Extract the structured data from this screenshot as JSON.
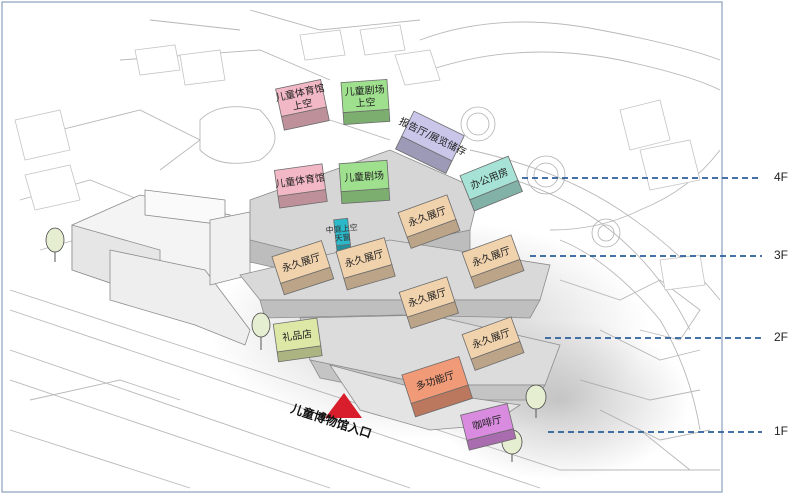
{
  "diagram": {
    "entrance_label": "儿童博物馆入口",
    "floors": [
      "4F",
      "3F",
      "2F",
      "1F"
    ],
    "rooms": [
      {
        "key": "kids_gym_void",
        "lines": [
          "儿童体育馆",
          "上空"
        ],
        "color": "#f2b8c6"
      },
      {
        "key": "kids_theater_void",
        "lines": [
          "儿童剧场",
          "上空"
        ],
        "color": "#9fe08e"
      },
      {
        "key": "admin_storage",
        "lines": [
          "报告厅/展览储存"
        ],
        "color": "#c9c6ea"
      },
      {
        "key": "office",
        "lines": [
          "办公用房"
        ],
        "color": "#a6e3d6"
      },
      {
        "key": "kids_gym",
        "lines": [
          "儿童体育馆"
        ],
        "color": "#f2b8c6"
      },
      {
        "key": "kids_theater",
        "lines": [
          "儿童剧场"
        ],
        "color": "#9fe08e"
      },
      {
        "key": "atrium",
        "lines": [
          "中庭上空",
          "天窗"
        ],
        "color": "#2bb8c9"
      },
      {
        "key": "perm_4f_a",
        "lines": [
          "永久展厅"
        ],
        "color": "#f0d2ad"
      },
      {
        "key": "perm_3f_a",
        "lines": [
          "永久展厅"
        ],
        "color": "#f0d2ad"
      },
      {
        "key": "perm_3f_b",
        "lines": [
          "永久展厅"
        ],
        "color": "#f0d2ad"
      },
      {
        "key": "perm_3f_c",
        "lines": [
          "永久展厅"
        ],
        "color": "#f0d2ad"
      },
      {
        "key": "perm_2f_a",
        "lines": [
          "永久展厅"
        ],
        "color": "#f0d2ad"
      },
      {
        "key": "perm_2f_b",
        "lines": [
          "永久展厅"
        ],
        "color": "#f0d2ad"
      },
      {
        "key": "gift_shop",
        "lines": [
          "礼品店"
        ],
        "color": "#dde8a6"
      },
      {
        "key": "multi_hall",
        "lines": [
          "多功能厅"
        ],
        "color": "#f09a78"
      },
      {
        "key": "cafe",
        "lines": [
          "咖啡厅"
        ],
        "color": "#d98be0"
      }
    ],
    "colors": {
      "dash_line": "#2b5d9a",
      "entrance_marker": "#d81e2c",
      "frame": "#7a93b8"
    }
  }
}
